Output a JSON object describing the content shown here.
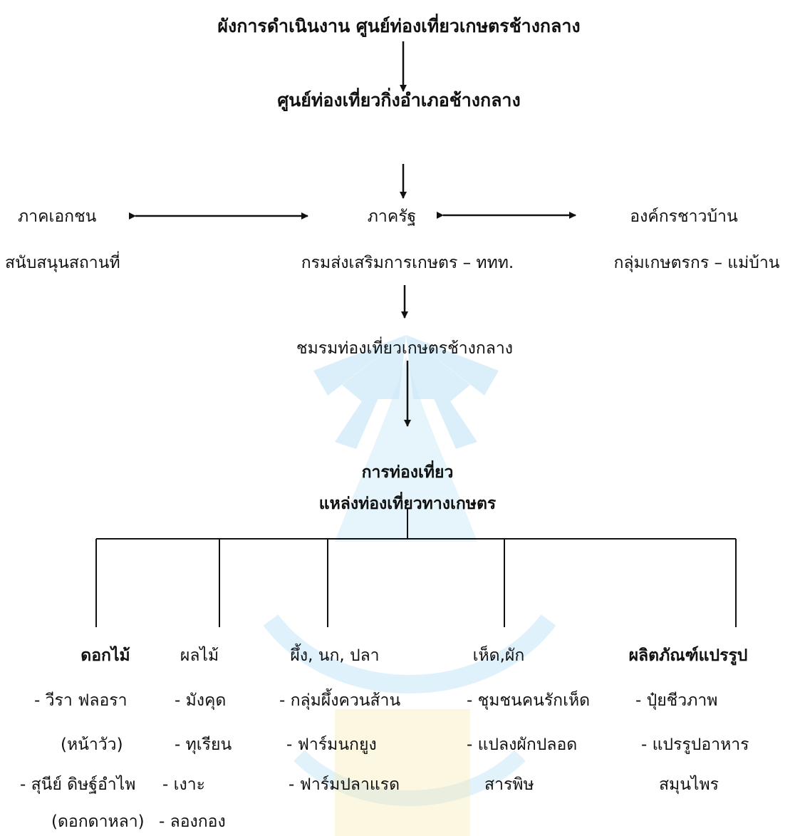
{
  "title": "ผังการดำเนินงาน ศูนย์ท่องเที่ยวเกษตรช้างกลาง",
  "center": "ศูนย์ท่องเที่ยวกิ่งอำเภอช้างกลาง",
  "partners": {
    "private": {
      "label": "ภาคเอกชน",
      "role": "สนับสนุนสถานที่"
    },
    "government": {
      "label": "ภาครัฐ",
      "role": "กรมส่งเสริมการเกษตร – ททท."
    },
    "community": {
      "label": "องค์กรชาวบ้าน",
      "role": "กลุ่มเกษตรกร – แม่บ้าน"
    }
  },
  "club": "ชมรมท่องเที่ยวเกษตรช้างกลาง",
  "tourism": {
    "line1": "การท่องเที่ยว",
    "line2": "แหล่งท่องเที่ยวทางเกษตร"
  },
  "categories": [
    {
      "name": "ดอกไม้",
      "items": [
        "- วีรา ฟลอรา",
        "(หน้าวัว)",
        "- สุนีย์ ดิษฐ์อำไพ",
        "(ดอกดาหลา)"
      ]
    },
    {
      "name": "ผลไม้",
      "items": [
        "- มังคุด",
        "- ทุเรียน",
        "- เงาะ",
        "- ลองกอง"
      ]
    },
    {
      "name": "ผึ้ง, นก, ปลา",
      "items": [
        "- กลุ่มผึ้งควนส้าน",
        "- ฟาร์มนกยูง",
        "- ฟาร์มปลาแรด"
      ]
    },
    {
      "name": "เห็ด,ผัก",
      "items": [
        "- ชุมชนคนรักเห็ด",
        "- แปลงผักปลอด",
        "สารพิษ"
      ]
    },
    {
      "name": "ผลิตภัณฑ์แปรรูป",
      "items": [
        "- ปุ๋ยชีวภาพ",
        "- แปรรูปอาหาร",
        "สมุนไพร"
      ]
    }
  ],
  "colors": {
    "text": "#111111",
    "line": "#111111",
    "watermark_blue": "#bfe3f7",
    "watermark_yellow": "#f5e8a8"
  }
}
